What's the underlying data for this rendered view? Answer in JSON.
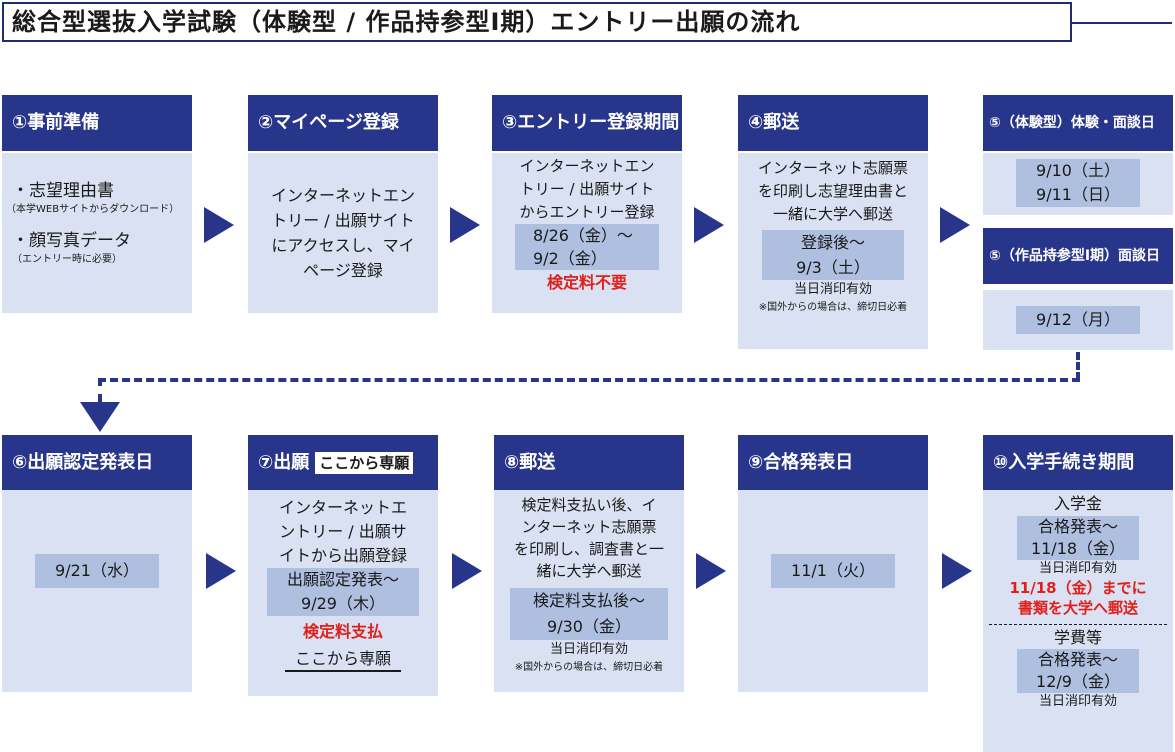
{
  "title": "総合型選抜入学試験（体験型 / 作品持参型Ⅰ期）エントリー出願の流れ",
  "steps": {
    "s1": {
      "header": "①事前準備",
      "items": [
        "・志望理由書",
        "（本学WEBサイトからダウンロード）",
        "・顔写真データ",
        "（エントリー時に必要）"
      ]
    },
    "s2": {
      "header": "②マイページ登録",
      "lines": [
        "インターネットエン",
        "トリー / 出願サイト",
        "にアクセスし、マイ",
        "ページ登録"
      ]
    },
    "s3": {
      "header": "③エントリー登録期間",
      "lines": [
        "インターネットエン",
        "トリー / 出願サイト",
        "からエントリー登録"
      ],
      "period": [
        "8/26（金）～",
        "9/2（金）"
      ],
      "fee": "検定料不要"
    },
    "s4": {
      "header": "④郵送",
      "lines": [
        "インターネット志願票",
        "を印刷し志望理由書と",
        "一緒に大学へ郵送"
      ],
      "deadline": [
        "登録後～",
        "9/3（土）"
      ],
      "postmark": "当日消印有効",
      "overseas": "※国外からの場合は、締切日必着"
    },
    "s5a": {
      "header": "⑤（体験型）体験・面談日",
      "dates": [
        "9/10（土）",
        "9/11（日）"
      ]
    },
    "s5b": {
      "header": "⑤（作品持参型Ⅰ期）面談日",
      "date": "9/12（月）"
    },
    "s6": {
      "header": "⑥出願認定発表日",
      "date": "9/21（水）"
    },
    "s7": {
      "header": "⑦出願",
      "tag": "ここから専願",
      "lines": [
        "インターネットエ",
        "ントリー / 出願サ",
        "イトから出願登録"
      ],
      "period": [
        "出願認定発表～",
        "9/29（木）"
      ],
      "fee": "検定料支払",
      "exclusive": "ここから専願"
    },
    "s8": {
      "header": "⑧郵送",
      "lines": [
        "検定料支払い後、イ",
        "ンターネット志願票",
        "を印刷し、調査書と一",
        "緒に大学へ郵送"
      ],
      "deadline": [
        "検定料支払後～",
        "9/30（金）"
      ],
      "postmark": "当日消印有効",
      "overseas": "※国外からの場合は、締切日必着"
    },
    "s9": {
      "header": "⑨合格発表日",
      "date": "11/1（火）"
    },
    "s10": {
      "header": "⑩入学手続き期間",
      "admission_fee_label": "入学金",
      "admission_period": [
        "合格発表～",
        "11/18（金）"
      ],
      "admission_postmark": "当日消印有効",
      "documents_note": [
        "11/18（金）までに",
        "書類を大学へ郵送"
      ],
      "tuition_label": "学費等",
      "tuition_period": [
        "合格発表～",
        "12/9（金）"
      ],
      "tuition_postmark": "当日消印有効"
    }
  },
  "colors": {
    "header_bg": "#27358a",
    "box_bg": "#d9e1f2",
    "highlight": "#aebfdf",
    "alert": "#e0201b"
  }
}
